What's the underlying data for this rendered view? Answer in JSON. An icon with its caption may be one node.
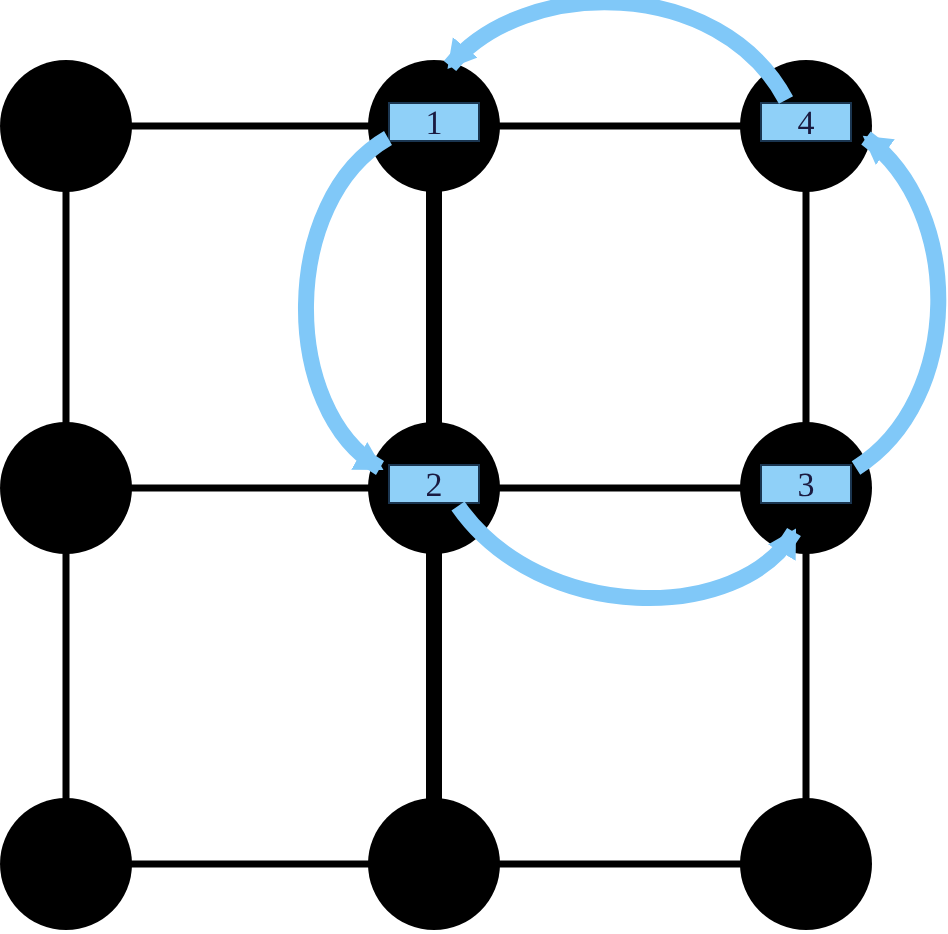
{
  "diagram": {
    "nodes": [
      {
        "text": [],
        "shape": "circle"
      },
      {
        "text": [],
        "shape": "circle"
      },
      {
        "text": [
          "1"
        ],
        "in": 1
      },
      {
        "text": [],
        "shape": "circle"
      },
      {
        "text": [
          "4"
        ],
        "in": 3
      },
      {
        "text": [],
        "shape": "circle"
      },
      {
        "text": [],
        "shape": "circle"
      },
      {
        "text": [
          "2"
        ],
        "in": 6
      },
      {
        "text": [],
        "shape": "circle"
      },
      {
        "text": [
          "3"
        ],
        "in": 8
      },
      {
        "text": [],
        "shape": "circle"
      },
      {
        "text": [],
        "shape": "circle"
      },
      {
        "text": [],
        "shape": "circle"
      }
    ],
    "edges": [
      {
        "from": 0,
        "to": 1,
        "arrow": "none"
      },
      {
        "from": 1,
        "to": 3,
        "arrow": "none"
      },
      {
        "from": 5,
        "to": 6,
        "arrow": "none"
      },
      {
        "from": 6,
        "to": 8,
        "arrow": "none"
      },
      {
        "from": 10,
        "to": 11,
        "arrow": "none"
      },
      {
        "from": 11,
        "to": 12,
        "arrow": "none"
      },
      {
        "from": 0,
        "to": 5,
        "arrow": "none"
      },
      {
        "from": 5,
        "to": 10,
        "arrow": "none"
      },
      {
        "from": 1,
        "to": 6,
        "arrow": "none",
        "style": "thick"
      },
      {
        "from": 6,
        "to": 11,
        "arrow": "none",
        "style": "thick"
      },
      {
        "from": 3,
        "to": 8,
        "arrow": "none"
      },
      {
        "from": 8,
        "to": 12,
        "arrow": "none"
      },
      {
        "from": 2,
        "to": 7,
        "arrow": "to",
        "style": "thick",
        "color": "#80c8f8"
      },
      {
        "from": 7,
        "to": 9,
        "arrow": "to",
        "style": "thick",
        "color": "#80c8f8"
      },
      {
        "from": 9,
        "to": 4,
        "arrow": "to",
        "style": "thick",
        "color": "#80c8f8"
      },
      {
        "from": 4,
        "to": 2,
        "arrow": "to",
        "style": "thick",
        "color": "#80c8f8"
      }
    ]
  }
}
